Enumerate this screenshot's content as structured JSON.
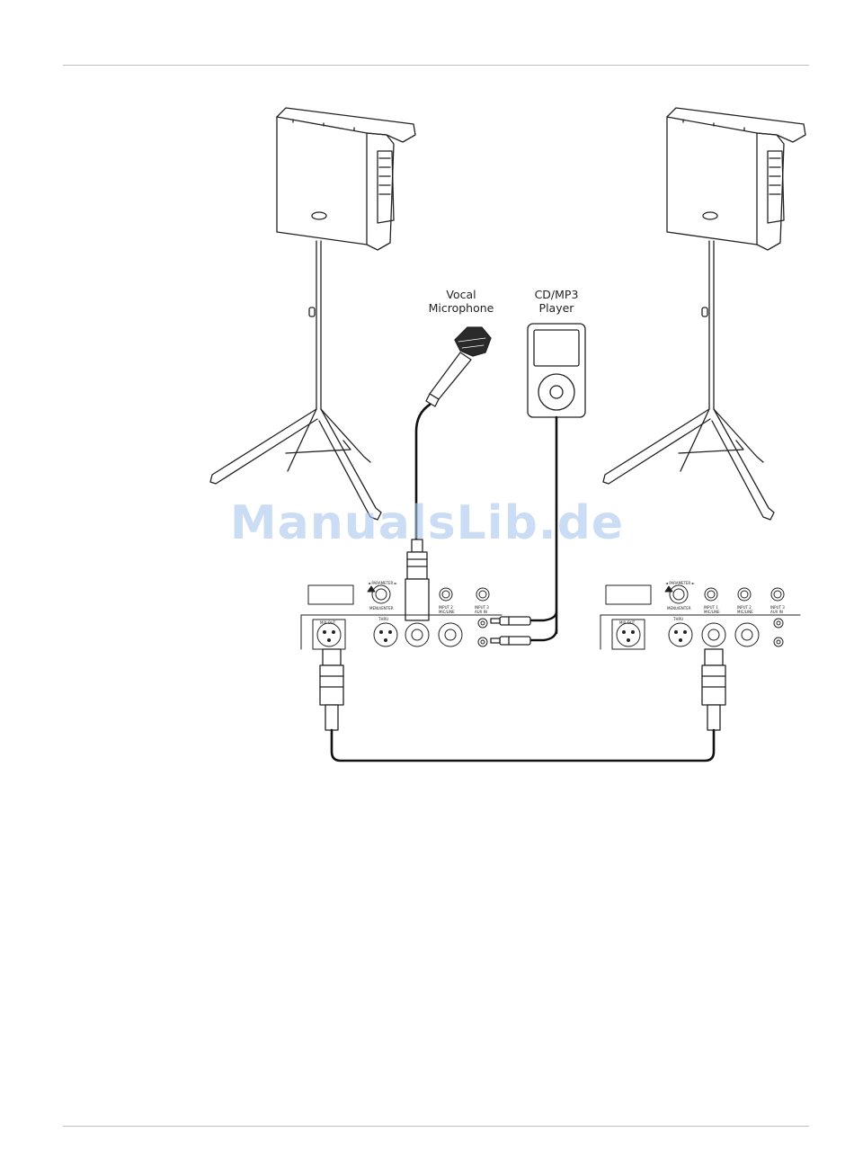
{
  "labels": {
    "vocal_microphone_line1": "Vocal",
    "vocal_microphone_line2": "Microphone",
    "player_line1": "CD/MP3",
    "player_line2": "Player"
  },
  "watermark": "ManualsLib.de",
  "panel": {
    "parameter": "◄ PARAMETER ►",
    "menu_enter": "MENU/ENTER",
    "mix_out": "MIX OUT",
    "thru": "THRU",
    "input1": "INPUT 1",
    "input1_sub": "MIC/LINE",
    "input2": "INPUT 2",
    "input2_sub": "MIC/LINE",
    "input3": "INPUT 3",
    "input3_sub": "AUX IN"
  }
}
